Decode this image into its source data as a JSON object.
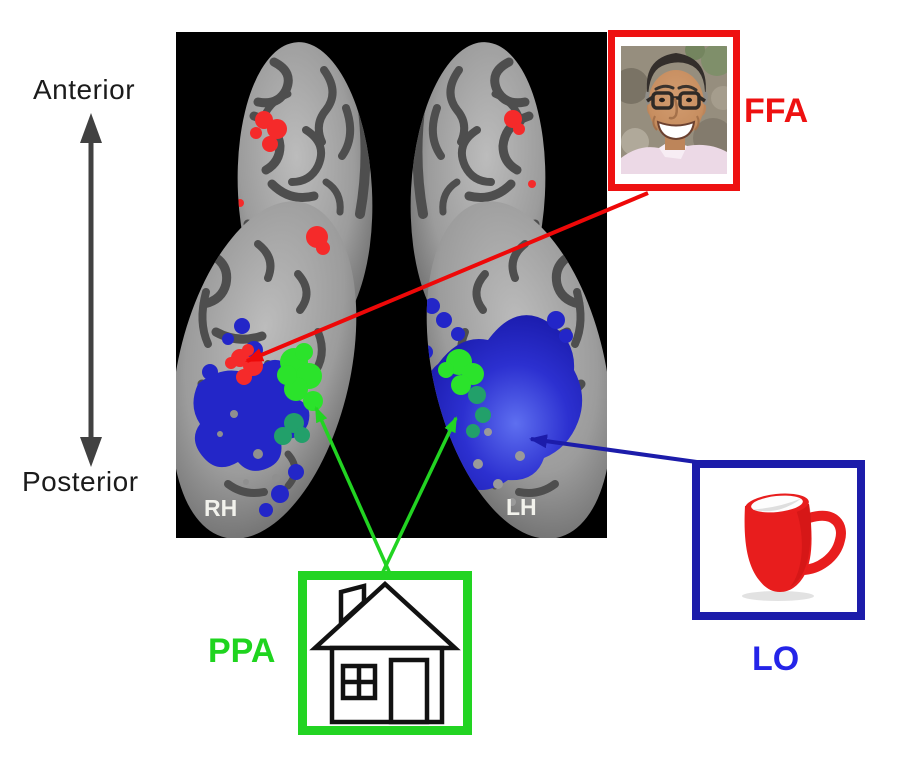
{
  "labels": {
    "anterior": "Anterior",
    "posterior": "Posterior",
    "right_hemisphere": "RH",
    "left_hemisphere": "LH",
    "ffa": "FFA",
    "ppa": "PPA",
    "lo": "LO"
  },
  "regions": [
    {
      "abbr": "FFA",
      "box_color": "#ee1111",
      "activation_color": "#f52a2a",
      "stimulus_icon": "face-photo"
    },
    {
      "abbr": "PPA",
      "box_color": "#22d422",
      "activation_color": "#2be32b",
      "stimulus_icon": "house-line-drawing"
    },
    {
      "abbr": "LO",
      "box_color": "#1c1caa",
      "activation_color": "#2233cc",
      "stimulus_icon": "red-mug"
    }
  ],
  "colors": {
    "panel_background": "#000000",
    "gyri_gray": "#9c9c9c",
    "sulci_gray": "#4e4e4e",
    "activation_red": "#f52a2a",
    "activation_green": "#2be32b",
    "activation_teal": "#22a06a",
    "activation_blue": "#2233cc",
    "orientation_arrow": "#414141",
    "hemisphere_label": "#f2f2ec"
  }
}
